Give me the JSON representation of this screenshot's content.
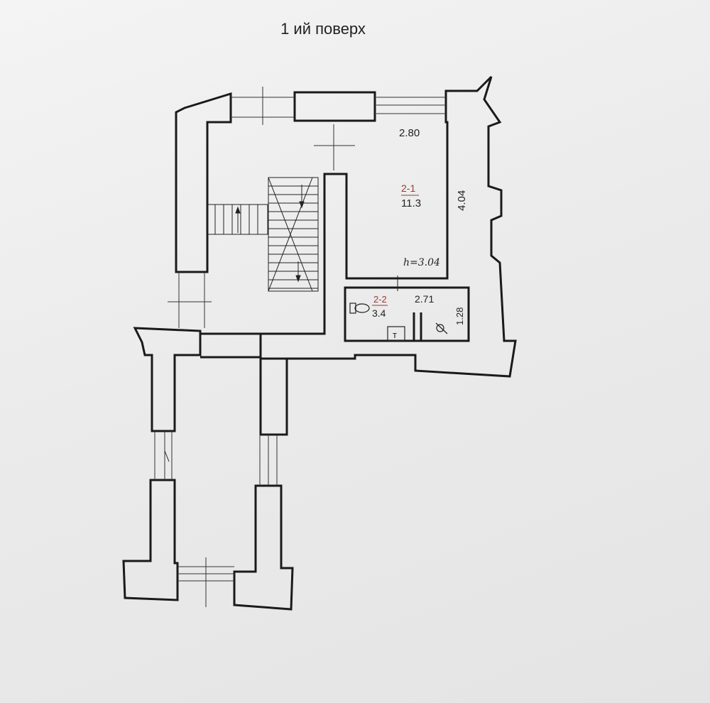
{
  "title": "1 ий поверх",
  "room_main": {
    "id": "2-1",
    "area": "11.3",
    "width": "2.80",
    "length": "4.04",
    "height": "h=3.04"
  },
  "room_wc": {
    "id": "2-2",
    "area": "3.4",
    "width": "2.71",
    "length": "1.28"
  },
  "fixtures": {
    "boiler_letter": "т",
    "toilet_icon": "toilet-icon",
    "sink_icon": "sink-icon"
  },
  "colors": {
    "wall": "#1a1a1a",
    "room_label": "#9a3a3a",
    "paper": "#ececec"
  }
}
